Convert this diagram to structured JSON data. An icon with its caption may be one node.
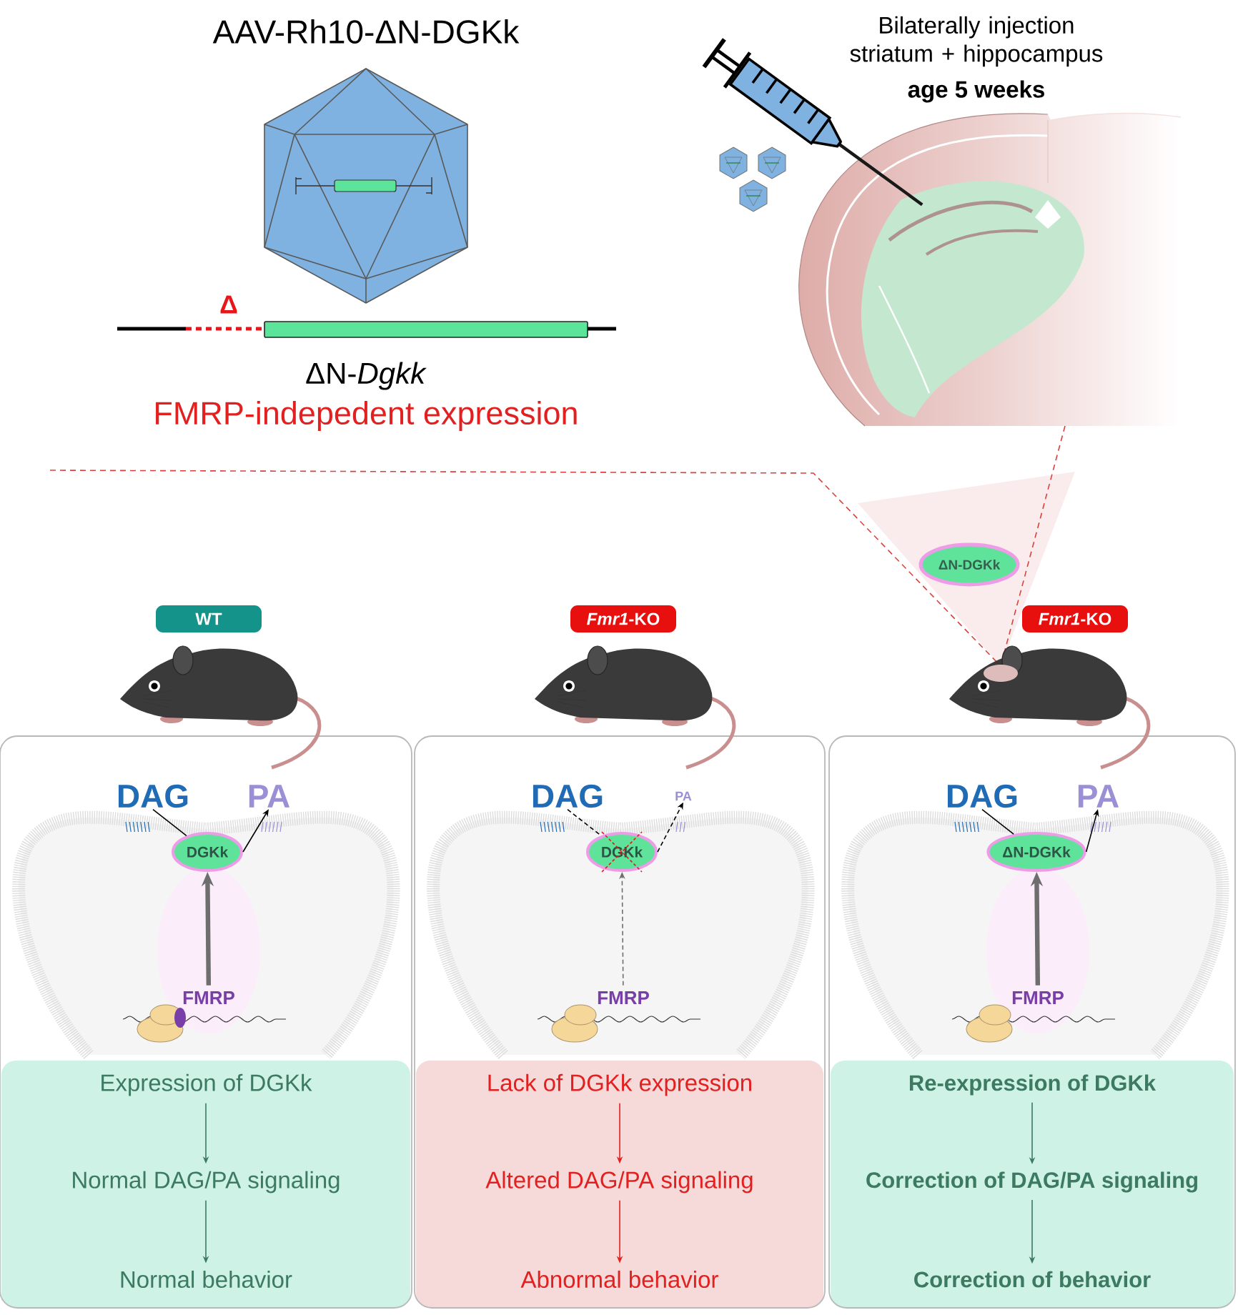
{
  "diagram": {
    "nodes": [
      {
        "text": [
          "ΔN-DGKk"
        ]
      },
      {
        "text": [
          "WT"
        ]
      },
      {
        "text": [
          "*Fmr1*-KO"
        ]
      },
      {
        "text": [
          "*Fmr1*-KO"
        ]
      },
      {
        "text": [],
        "shape": "box"
      },
      {
        "text": [
          "DAG"
        ],
        "in": 4
      },
      {
        "text": [
          "PA"
        ],
        "in": 4
      },
      {
        "text": [
          "DGKk"
        ],
        "in": 4
      },
      {
        "text": [
          "FMRP"
        ],
        "in": 4
      },
      {
        "text": [
          "Expression of DGKk"
        ],
        "in": 4
      },
      {
        "text": [
          "Normal DAG/PA signaling"
        ],
        "in": 4
      },
      {
        "text": [
          "Normal behavior"
        ],
        "in": 4
      },
      {
        "text": [],
        "shape": "box"
      },
      {
        "text": [
          "DAG"
        ],
        "in": 12
      },
      {
        "text": [
          "PA"
        ],
        "in": 12
      },
      {
        "text": [
          "DGKk"
        ],
        "in": 12
      },
      {
        "text": [
          "FMRP"
        ],
        "in": 12
      },
      {
        "text": [
          "Lack of DGKk expression"
        ],
        "in": 12
      },
      {
        "text": [
          "Altered DAG/PA signaling"
        ],
        "in": 12
      },
      {
        "text": [
          "Abnormal behavior"
        ],
        "in": 12
      },
      {
        "text": [],
        "shape": "box"
      },
      {
        "text": [
          "DAG"
        ],
        "in": 20
      },
      {
        "text": [
          "PA"
        ],
        "in": 20
      },
      {
        "text": [
          "ΔN-DGKk"
        ],
        "in": 20
      },
      {
        "text": [
          "FMRP"
        ],
        "in": 20
      },
      {
        "text": [
          "Re-expression of DGKk"
        ],
        "in": 20
      },
      {
        "text": [
          "Correction of DAG/PA signaling"
        ],
        "in": 20
      },
      {
        "text": [
          "Correction of behavior"
        ],
        "in": 20
      }
    ],
    "edges": [
      {
        "from": 5,
        "to": 7,
        "arrow": "none"
      },
      {
        "from": 7,
        "to": 6,
        "arrow": "to"
      },
      {
        "from": 8,
        "to": 7,
        "arrow": "to",
        "style": "thick",
        "color": "#6e6e6e"
      },
      {
        "from": 9,
        "to": 10,
        "arrow": "to",
        "color": "#3d7a62"
      },
      {
        "from": 10,
        "to": 11,
        "arrow": "to",
        "color": "#3d7a62"
      },
      {
        "from": 13,
        "to": 15,
        "arrow": "none",
        "style": "dashed"
      },
      {
        "from": 15,
        "to": 14,
        "arrow": "to",
        "style": "dashed"
      },
      {
        "from": 16,
        "to": 15,
        "arrow": "to",
        "style": "dashed",
        "color": "#6e6e6e"
      },
      {
        "from": 17,
        "to": 18,
        "arrow": "to",
        "color": "#e32020"
      },
      {
        "from": 18,
        "to": 19,
        "arrow": "to",
        "color": "#e32020"
      },
      {
        "from": 21,
        "to": 23,
        "arrow": "none"
      },
      {
        "from": 23,
        "to": 22,
        "arrow": "to"
      },
      {
        "from": 24,
        "to": 23,
        "arrow": "to",
        "style": "thick",
        "color": "#6e6e6e"
      },
      {
        "from": 25,
        "to": 26,
        "arrow": "to",
        "color": "#3d7a62"
      },
      {
        "from": 26,
        "to": 27,
        "arrow": "to",
        "color": "#3d7a62"
      }
    ],
    "labels": [
      "AAV-Rh10-ΔN-DGKk",
      "Δ",
      "ΔN-*Dgkk*",
      "FMRP-indepedent expression",
      "Bilaterally injection striatum + hippocampus",
      "age 5 weeks"
    ]
  }
}
